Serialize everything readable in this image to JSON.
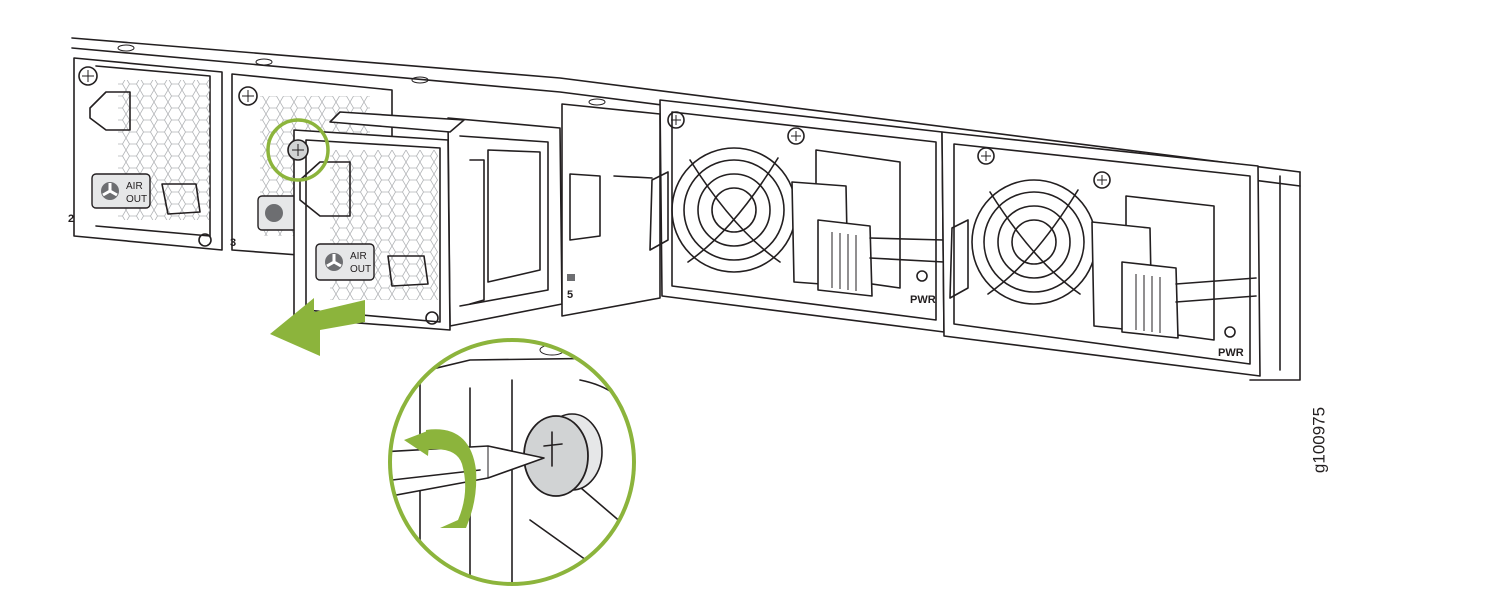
{
  "figure": {
    "figure_id": "g100975",
    "callout_color": "#8cb43c",
    "line_color": "#231f20",
    "fan_badge_text": [
      "AIR",
      "OUT"
    ],
    "slot_numbers": [
      "2",
      "3",
      "5"
    ],
    "psu_led_labels": [
      "PWR",
      "PWR"
    ],
    "icons": [
      "fan-icon",
      "arrow-left-icon",
      "screwdriver-icon",
      "rotation-arrow-icon",
      "captive-screw-icon",
      "psu-fan-grille-icon"
    ]
  }
}
